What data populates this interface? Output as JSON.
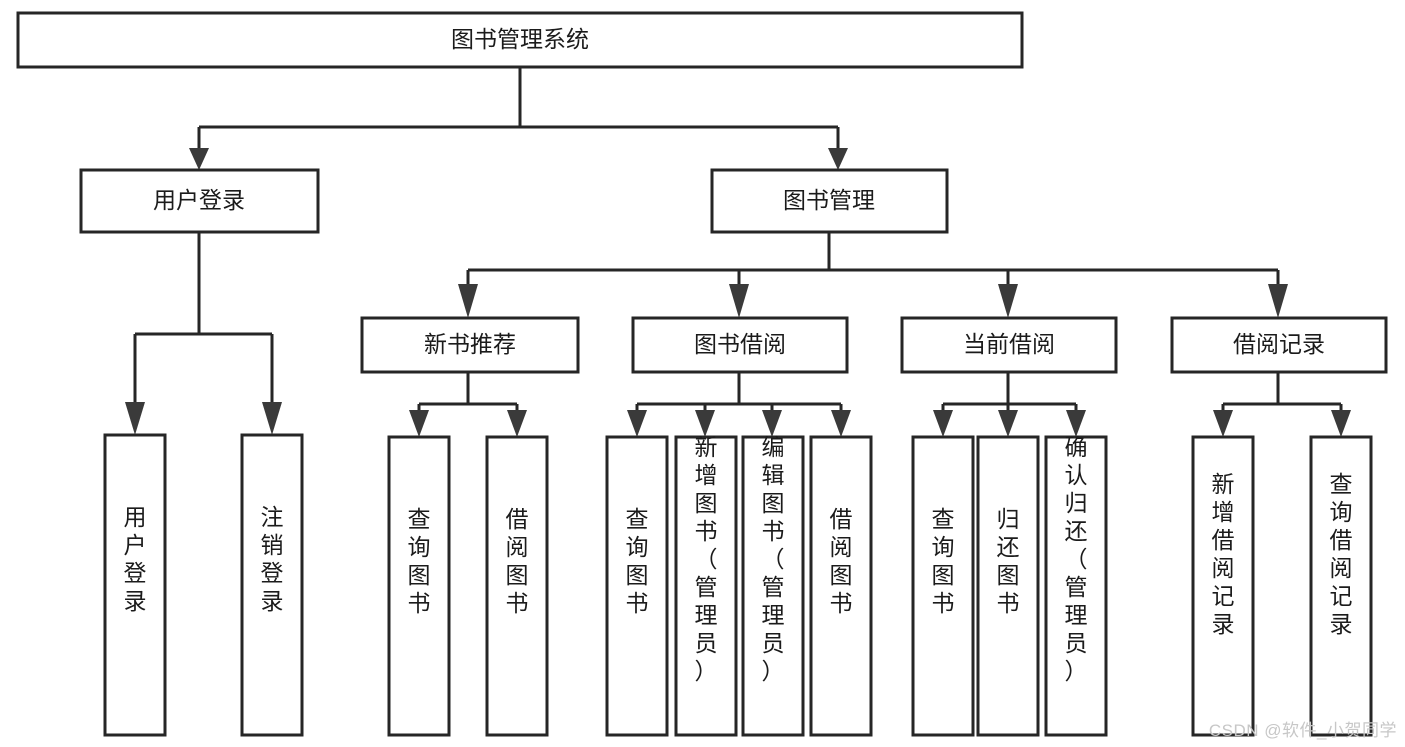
{
  "diagram": {
    "title": "图书管理系统",
    "watermark": "CSDN @软件_小贺同学",
    "levels": {
      "root": {
        "label": "图书管理系统"
      },
      "level2": [
        {
          "id": "user-login",
          "label": "用户登录"
        },
        {
          "id": "book-manage",
          "label": "图书管理"
        }
      ],
      "level3": [
        {
          "id": "new-book-recommend",
          "label": "新书推荐"
        },
        {
          "id": "book-borrow",
          "label": "图书借阅"
        },
        {
          "id": "current-borrow",
          "label": "当前借阅"
        },
        {
          "id": "borrow-record",
          "label": "借阅记录"
        }
      ],
      "leaves": {
        "user_login": [
          {
            "id": "leaf-user-login",
            "label": "用户登录"
          },
          {
            "id": "leaf-logout-login",
            "label": "注销登录"
          }
        ],
        "new_book_recommend": [
          {
            "id": "leaf-query-book-1",
            "label": "查询图书"
          },
          {
            "id": "leaf-borrow-book-1",
            "label": "借阅图书"
          }
        ],
        "book_borrow": [
          {
            "id": "leaf-query-book-2",
            "label": "查询图书"
          },
          {
            "id": "leaf-add-book",
            "label": "新增图书（管理员）"
          },
          {
            "id": "leaf-edit-book",
            "label": "编辑图书（管理员）"
          },
          {
            "id": "leaf-borrow-book-2",
            "label": "借阅图书"
          }
        ],
        "current_borrow": [
          {
            "id": "leaf-query-book-3",
            "label": "查询图书"
          },
          {
            "id": "leaf-return-book",
            "label": "归还图书"
          },
          {
            "id": "leaf-confirm-return",
            "label": "确认归还（管理员）"
          }
        ],
        "borrow_record": [
          {
            "id": "leaf-add-borrow-record",
            "label": "新增借阅记录"
          },
          {
            "id": "leaf-query-borrow-record",
            "label": "查询借阅记录"
          }
        ]
      }
    },
    "colors": {
      "stroke": "#262626",
      "fill": "#ffffff",
      "text": "#1b1b1b",
      "watermark": "#c7c7c7"
    }
  }
}
